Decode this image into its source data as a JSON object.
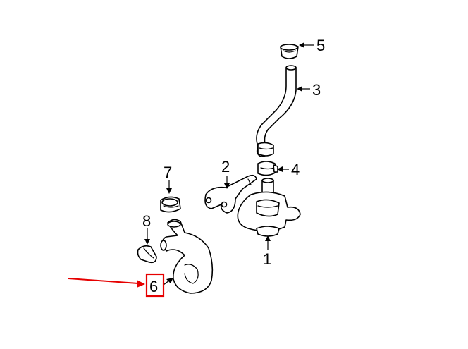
{
  "diagram": {
    "callouts": [
      {
        "id": "1",
        "label": "1"
      },
      {
        "id": "2",
        "label": "2"
      },
      {
        "id": "3",
        "label": "3"
      },
      {
        "id": "4",
        "label": "4"
      },
      {
        "id": "5",
        "label": "5"
      },
      {
        "id": "6",
        "label": "6"
      },
      {
        "id": "7",
        "label": "7"
      },
      {
        "id": "8",
        "label": "8"
      }
    ],
    "highlighted_callout": "6",
    "colors": {
      "line": "#000000",
      "background": "#ffffff",
      "highlight": "#e60000"
    }
  }
}
